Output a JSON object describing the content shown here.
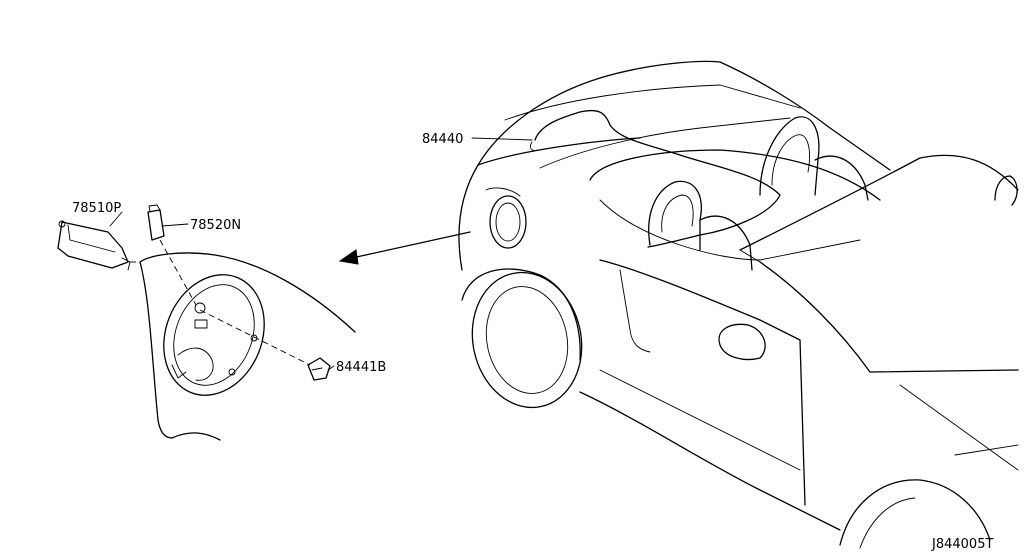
{
  "callouts": [
    {
      "id": "wiper-harness",
      "label": "84440"
    },
    {
      "id": "lamp-assembly",
      "label": "78510P"
    },
    {
      "id": "bulb",
      "label": "78520N"
    },
    {
      "id": "clip",
      "label": "84441B"
    }
  ],
  "diagram_code": "J844005T"
}
